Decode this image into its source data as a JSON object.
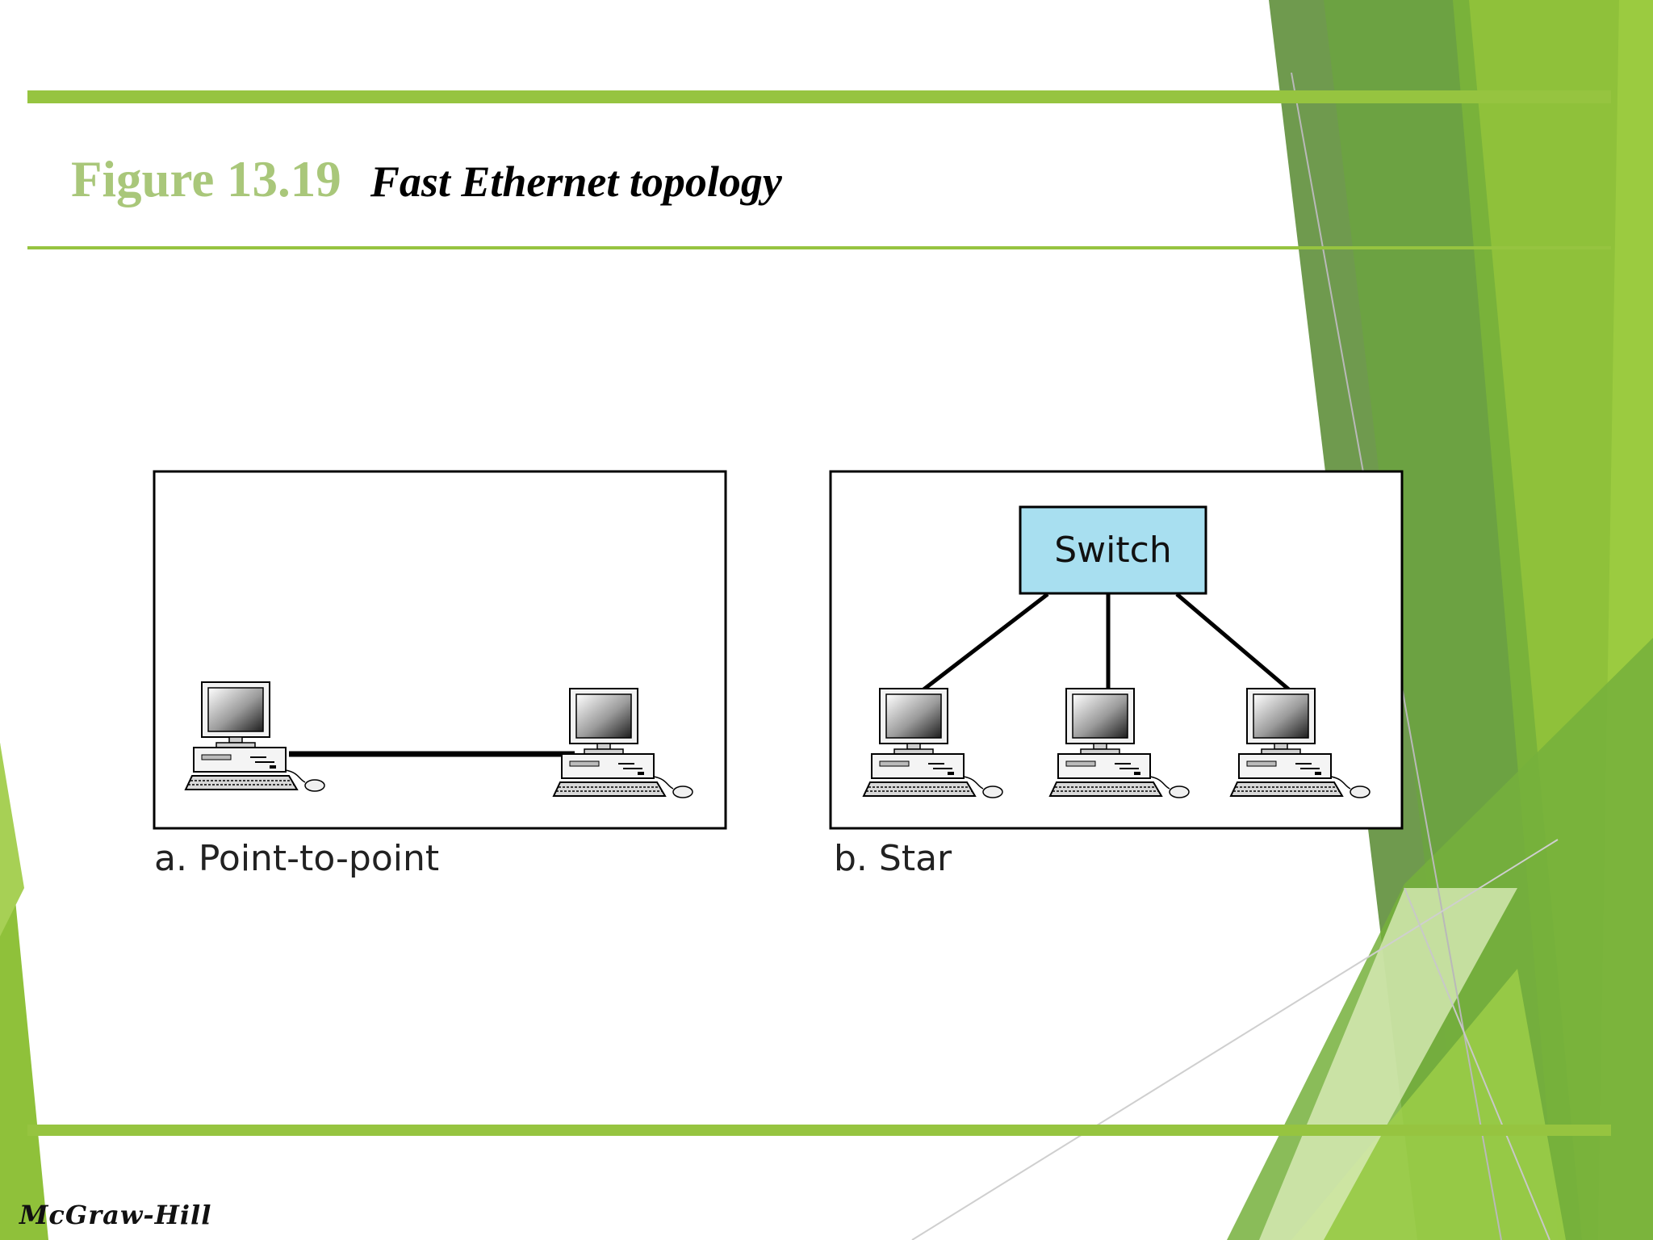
{
  "slide": {
    "figure_number": "Figure 13.19",
    "figure_title": "Fast Ethernet topology",
    "footer_logo": "McGraw-Hill"
  },
  "panels": [
    {
      "id": "a",
      "caption": "a. Point-to-point",
      "computers": 2,
      "links": [
        [
          0,
          1
        ]
      ]
    },
    {
      "id": "b",
      "caption": "b. Star",
      "hub_label": "Switch",
      "hub_color": "#a8dff0",
      "computers": 3
    }
  ],
  "colors": {
    "accent_green": "#96c440",
    "figure_number": "#a9c77a"
  }
}
